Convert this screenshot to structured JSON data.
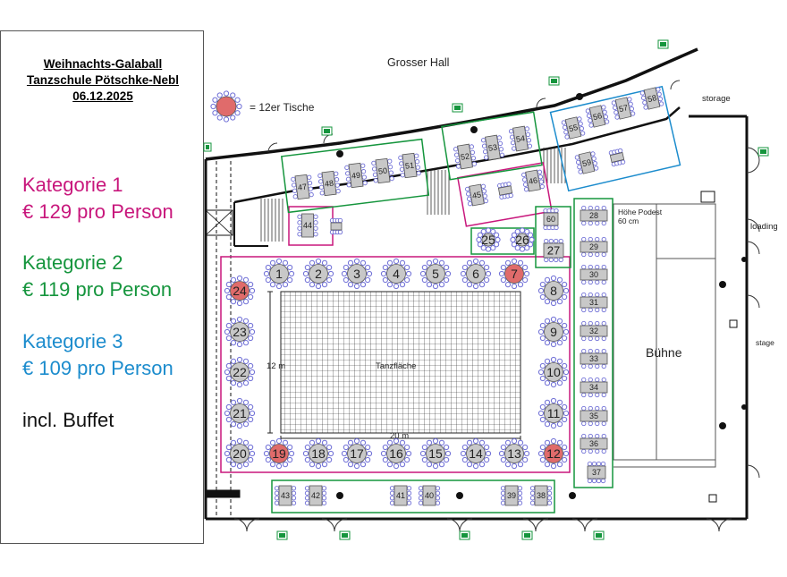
{
  "header": {
    "line1": "Weihnachts-Galaball",
    "line2": "Tanzschule Pötschke-Nebl",
    "date": "06.12.2025"
  },
  "categories": [
    {
      "name": "Kategorie 1",
      "price": "€ 129 pro Person",
      "color": "#c8177c"
    },
    {
      "name": "Kategorie 2",
      "price": "€ 119 pro Person",
      "color": "#15953d"
    },
    {
      "name": "Kategorie 3",
      "price": "€ 109 pro Person",
      "color": "#1c8ccd"
    }
  ],
  "buffet": "incl. Buffet",
  "plan": {
    "hall_label": "Grosser Hall",
    "table_legend": "= 12er Tische",
    "storage_label": "storage",
    "loading_label": "loading",
    "stage_label": "stage",
    "podest_label": "Höhe Podest",
    "podest_height": "60 cm",
    "stage_name": "Bühne",
    "dancefloor_label": "Tanzfläche",
    "dim_width": "20 m",
    "dim_height": "12 m",
    "round_tables_top": [
      "1",
      "2",
      "3",
      "4",
      "5",
      "6",
      "7"
    ],
    "round_tables_right": [
      "8",
      "9",
      "10",
      "11",
      "12"
    ],
    "round_tables_bottom": [
      "13",
      "14",
      "15",
      "16",
      "17",
      "18",
      "19",
      "20"
    ],
    "round_tables_left": [
      "21",
      "22",
      "23",
      "24"
    ],
    "highlighted_tables": [
      "7",
      "12",
      "19",
      "24"
    ],
    "small_tables_25_26": [
      "25",
      "26"
    ],
    "table_27": "27",
    "table_60": "60",
    "stage_side_tables": [
      "28",
      "29",
      "30",
      "31",
      "32",
      "33",
      "34",
      "35",
      "36",
      "37"
    ],
    "bottom_tables": [
      "43",
      "42",
      "41",
      "40",
      "39",
      "38"
    ],
    "gallery_tables_left": [
      "47",
      "48",
      "49",
      "50",
      "51"
    ],
    "gallery_table_44": "44",
    "gallery_tables_mid_upper": [
      "52",
      "53",
      "54"
    ],
    "gallery_tables_mid_lower": [
      "45",
      "46"
    ],
    "gallery_tables_right": [
      "55",
      "56",
      "57",
      "58",
      "59"
    ]
  },
  "colors": {
    "table_fill": "#c8c8c8",
    "table_highlight": "#e06b6b",
    "chair": "#6f6fd6",
    "wall": "#111111"
  }
}
